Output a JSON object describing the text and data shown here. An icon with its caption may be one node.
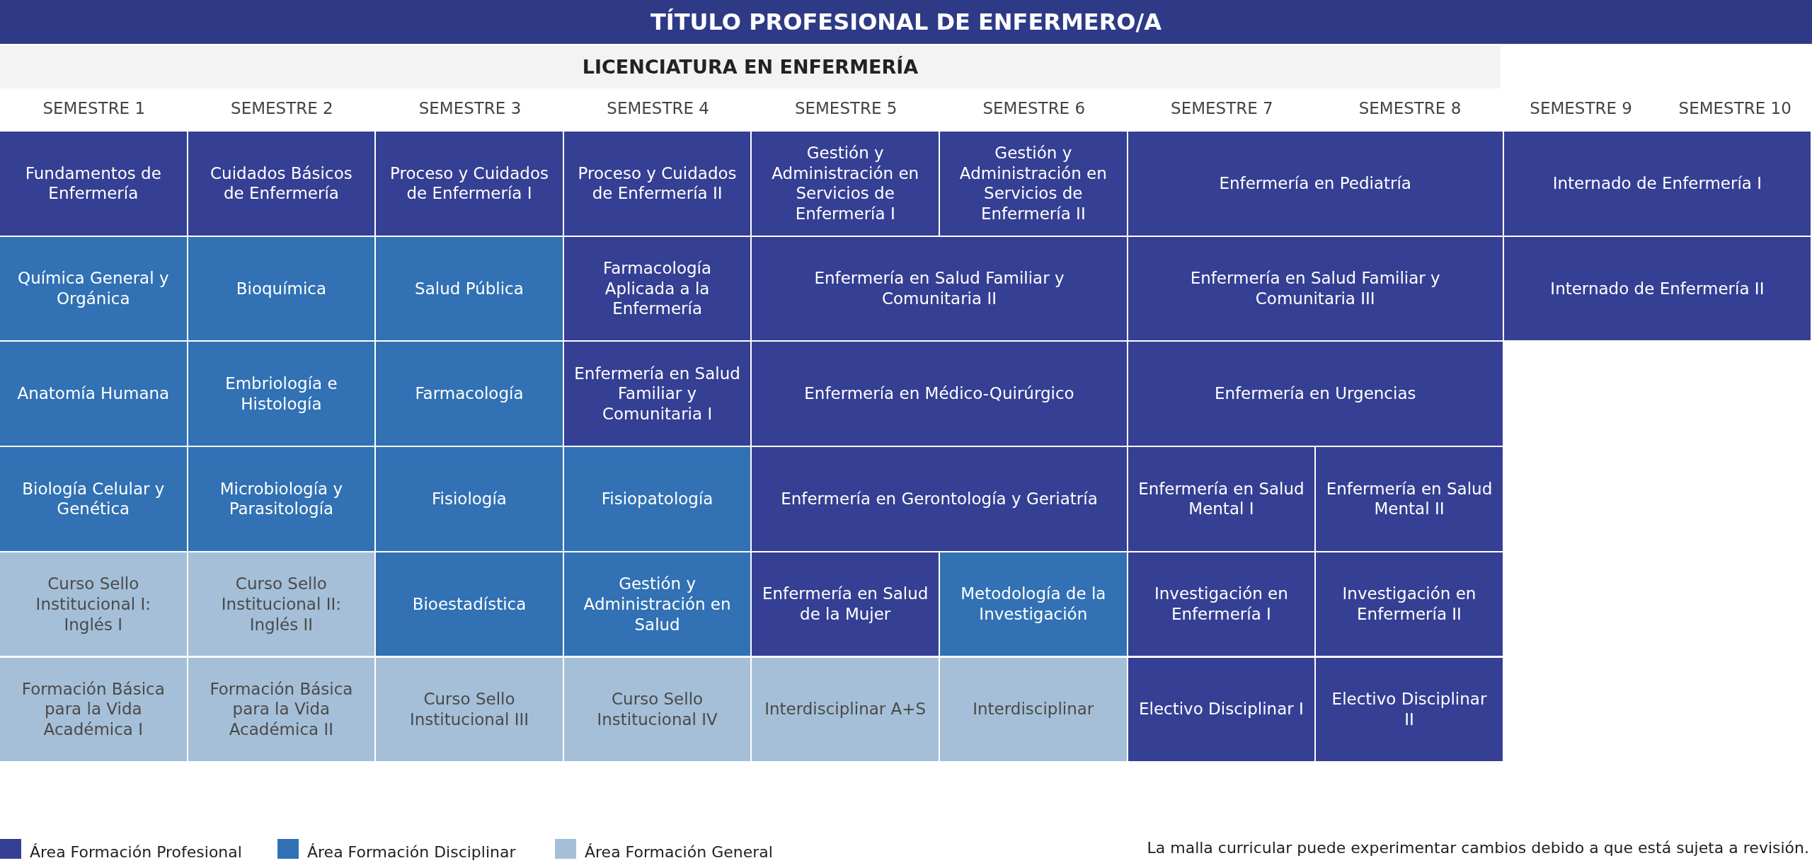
{
  "diagram": {
    "nodes": [
      {
        "text": [
          "TÍTULO PROFESIONAL DE ENFERMERO/A"
        ]
      },
      {
        "text": [
          "LICENCIATURA EN ENFERMERÍA"
        ]
      },
      {
        "text": [
          "Fundamentos de Enfermería"
        ]
      },
      {
        "text": [
          "Cuidados Básicos de Enfermería"
        ]
      },
      {
        "text": [
          "Proceso y Cuidados de Enfermería I"
        ]
      },
      {
        "text": [
          "Proceso y Cuidados de Enfermería II"
        ]
      },
      {
        "text": [
          "Gestión y Administración en Servicios de Enfermería I"
        ]
      },
      {
        "text": [
          "Gestión y Administración en Servicios de Enfermería II"
        ]
      },
      {
        "text": [
          "Enfermería en Pediatría"
        ]
      },
      {
        "text": [
          "Internado de Enfermería I"
        ]
      },
      {
        "text": [
          "Química General y Orgánica"
        ]
      },
      {
        "text": [
          "Bioquímica"
        ]
      },
      {
        "text": [
          "Salud Pública"
        ]
      },
      {
        "text": [
          "Farmacología Aplicada a la Enfermería"
        ]
      },
      {
        "text": [
          "Enfermería en Salud Familiar y Comunitaria II"
        ]
      },
      {
        "text": [
          "Enfermería en Salud Familiar y Comunitaria III"
        ]
      },
      {
        "text": [
          "Internado de Enfermería II"
        ]
      },
      {
        "text": [
          "Anatomía Humana"
        ]
      },
      {
        "text": [
          "Embriología e Histología"
        ]
      },
      {
        "text": [
          "Farmacología"
        ]
      },
      {
        "text": [
          "Enfermería en Salud Familiar y Comunitaria I"
        ]
      },
      {
        "text": [
          "Enfermería en Médico-Quirúrgico"
        ]
      },
      {
        "text": [
          "Enfermería en Urgencias"
        ]
      },
      {
        "text": [
          "Biología Celular y Genética"
        ]
      },
      {
        "text": [
          "Microbiología y Parasitología"
        ]
      },
      {
        "text": [
          "Fisiología"
        ]
      },
      {
        "text": [
          "Fisiopatología"
        ]
      },
      {
        "text": [
          "Enfermería en Gerontología y Geriatría"
        ]
      },
      {
        "text": [
          "Enfermería en Salud Mental I"
        ]
      },
      {
        "text": [
          "Enfermería en Salud Mental II"
        ]
      },
      {
        "text": [
          "Curso Sello Institucional I: Inglés I"
        ]
      },
      {
        "text": [
          "Curso Sello Institucional II: Inglés II"
        ]
      },
      {
        "text": [
          "Bioestadística"
        ]
      },
      {
        "text": [
          "Gestión y Administración en Salud"
        ]
      },
      {
        "text": [
          "Enfermería en Salud de la Mujer"
        ]
      },
      {
        "text": [
          "Metodología de la Investigación"
        ]
      },
      {
        "text": [
          "Investigación en Enfermería I"
        ]
      },
      {
        "text": [
          "Investigación en Enfermería II"
        ]
      },
      {
        "text": [
          "Formación Básica para la Vida Académica I"
        ]
      },
      {
        "text": [
          "Formación Básica para la Vida Académica II"
        ]
      },
      {
        "text": [
          "Curso Sello Institucional III"
        ]
      },
      {
        "text": [
          "Curso Sello Institucional IV"
        ]
      },
      {
        "text": [
          "Interdisciplinar A+S"
        ]
      },
      {
        "text": [
          "Interdisciplinar"
        ]
      },
      {
        "text": [
          "Electivo Disciplinar I"
        ]
      },
      {
        "text": [
          "Electivo Disciplinar II"
        ]
      }
    ],
    "edges": [],
    "labels": [
      "SEMESTRE 1",
      "SEMESTRE 2",
      "SEMESTRE 3",
      "SEMESTRE 4",
      "SEMESTRE 5",
      "SEMESTRE 6",
      "SEMESTRE 7",
      "SEMESTRE 8",
      "SEMESTRE 9",
      "SEMESTRE 10",
      "La malla curricular puede experimentar cambios debido a que está sujeta a revisión."
    ],
    "legend": [
      {
        "text": "Área Formación Profesional",
        "color": "#353f93"
      },
      {
        "text": "Área Formación Disciplinar",
        "color": "#3171b4"
      },
      {
        "text": "Área Formación General",
        "color": "#a5bfd8"
      }
    ]
  }
}
